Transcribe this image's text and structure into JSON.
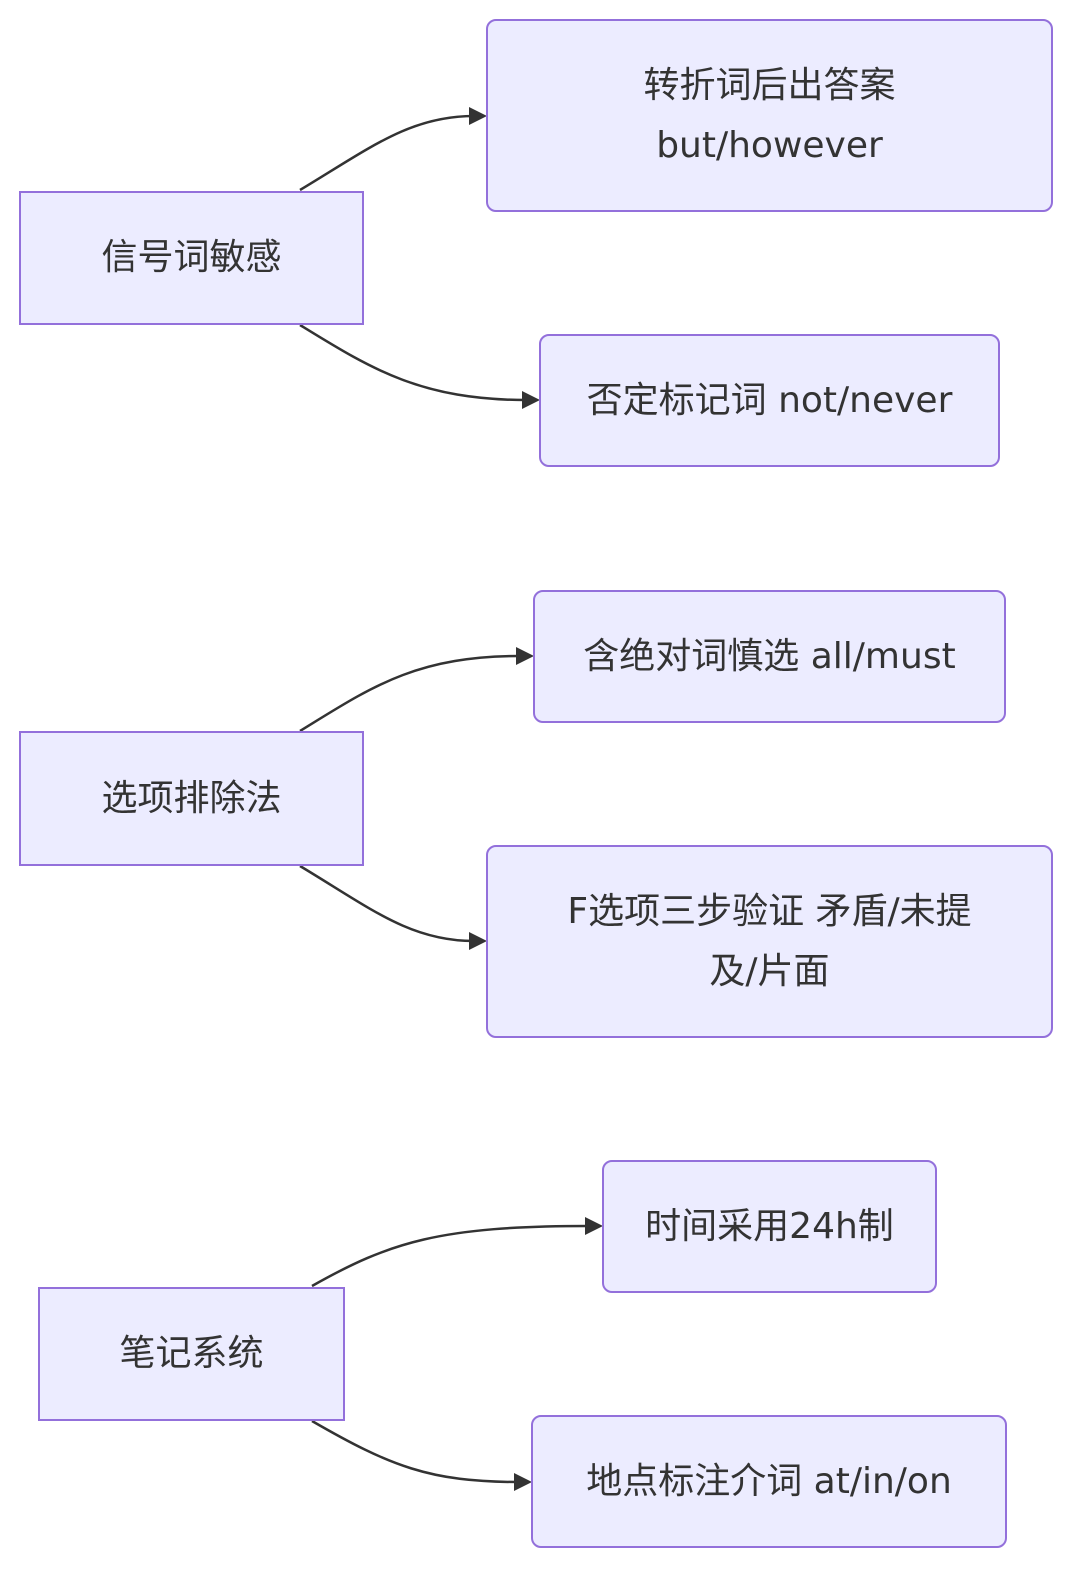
{
  "colors": {
    "node_fill": "#ececff",
    "node_border": "#9370db",
    "edge": "#333333",
    "text": "#333333"
  },
  "groups": [
    {
      "parent": {
        "label": "信号词敏感"
      },
      "children": [
        {
          "lines": [
            "转折词后出答案",
            "but/however"
          ]
        },
        {
          "lines": [
            "否定标记词 not/never"
          ]
        }
      ]
    },
    {
      "parent": {
        "label": "选项排除法"
      },
      "children": [
        {
          "lines": [
            "含绝对词慎选 all/must"
          ]
        },
        {
          "lines": [
            "F选项三步验证 矛盾/未提",
            "及/片面"
          ]
        }
      ]
    },
    {
      "parent": {
        "label": "笔记系统"
      },
      "children": [
        {
          "lines": [
            "时间采用24h制"
          ]
        },
        {
          "lines": [
            "地点标注介词 at/in/on"
          ]
        }
      ]
    }
  ]
}
